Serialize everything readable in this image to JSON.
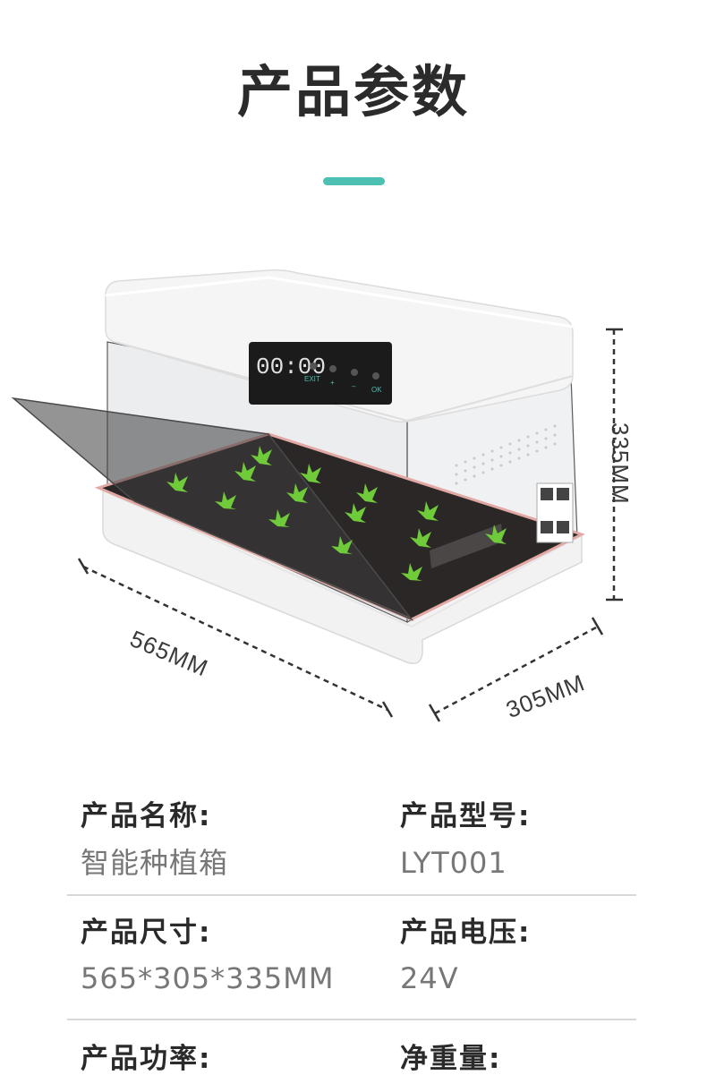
{
  "header": {
    "title": "产品参数"
  },
  "product": {
    "display": {
      "time": "00:00",
      "buttons": [
        "EXIT",
        "+",
        "–",
        "OK"
      ]
    }
  },
  "dimensions": {
    "width": "565MM",
    "depth": "305MM",
    "height": "335MM"
  },
  "specs": [
    {
      "label": "产品名称:",
      "value": "智能种植箱"
    },
    {
      "label": "产品型号:",
      "value": "LYT001"
    },
    {
      "label": "产品尺寸:",
      "value": "565*305*335MM"
    },
    {
      "label": "产品电压:",
      "value": "24V"
    },
    {
      "label": "产品功率:",
      "value": ""
    },
    {
      "label": "净重量:",
      "value": ""
    }
  ],
  "colors": {
    "accent": "#4cc0b2",
    "seedling": "#6fcb3a",
    "display": "#1b1b1b"
  }
}
